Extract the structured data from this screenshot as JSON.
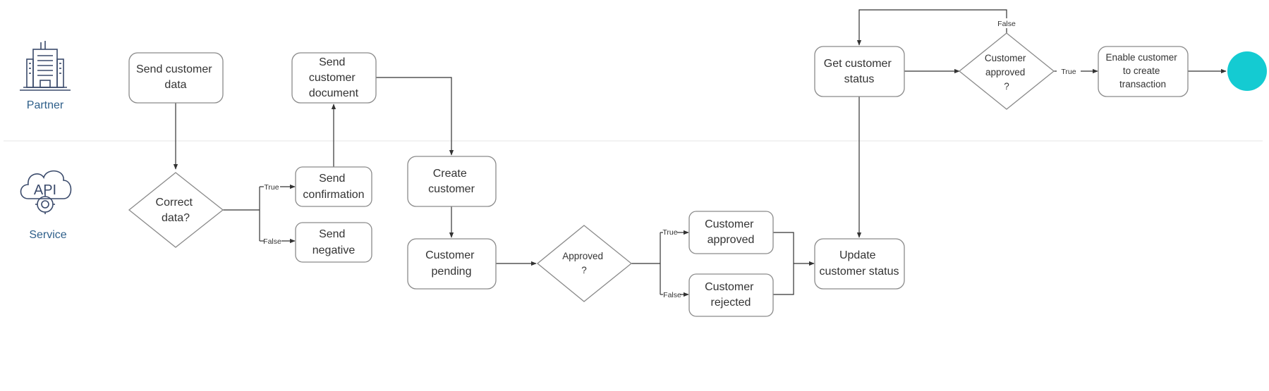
{
  "lanes": {
    "partner": {
      "label": "Partner",
      "icon": "building-icon"
    },
    "service": {
      "label": "Service",
      "icon": "api-cloud-gear-icon"
    }
  },
  "nodes": {
    "send_customer_data": [
      "Send customer",
      "data"
    ],
    "correct_data": [
      "Correct",
      "data?"
    ],
    "send_confirmation": [
      "Send",
      "confirmation"
    ],
    "send_negative": [
      "Send",
      "negative"
    ],
    "send_customer_document": [
      "Send",
      "customer",
      "document"
    ],
    "create_customer": [
      "Create",
      "customer"
    ],
    "customer_pending": [
      "Customer",
      "pending"
    ],
    "approved": [
      "Approved",
      "?"
    ],
    "customer_approved": [
      "Customer",
      "approved"
    ],
    "customer_rejected": [
      "Customer",
      "rejected"
    ],
    "update_customer_status": [
      "Update",
      "customer status"
    ],
    "get_customer_status": [
      "Get customer",
      "status"
    ],
    "customer_approved_check": [
      "Customer",
      "approved",
      "?"
    ],
    "enable_customer": [
      "Enable customer",
      "to create",
      "transaction"
    ]
  },
  "edge_labels": {
    "true1": "True",
    "false1": "False",
    "true2": "True",
    "false2": "False",
    "true3": "True",
    "false3": "False"
  },
  "icon_text": {
    "api": "API"
  },
  "colors": {
    "end_circle": "#14cbd2",
    "lane_label": "#2e5f8a",
    "icon": "#3a4a6b"
  }
}
